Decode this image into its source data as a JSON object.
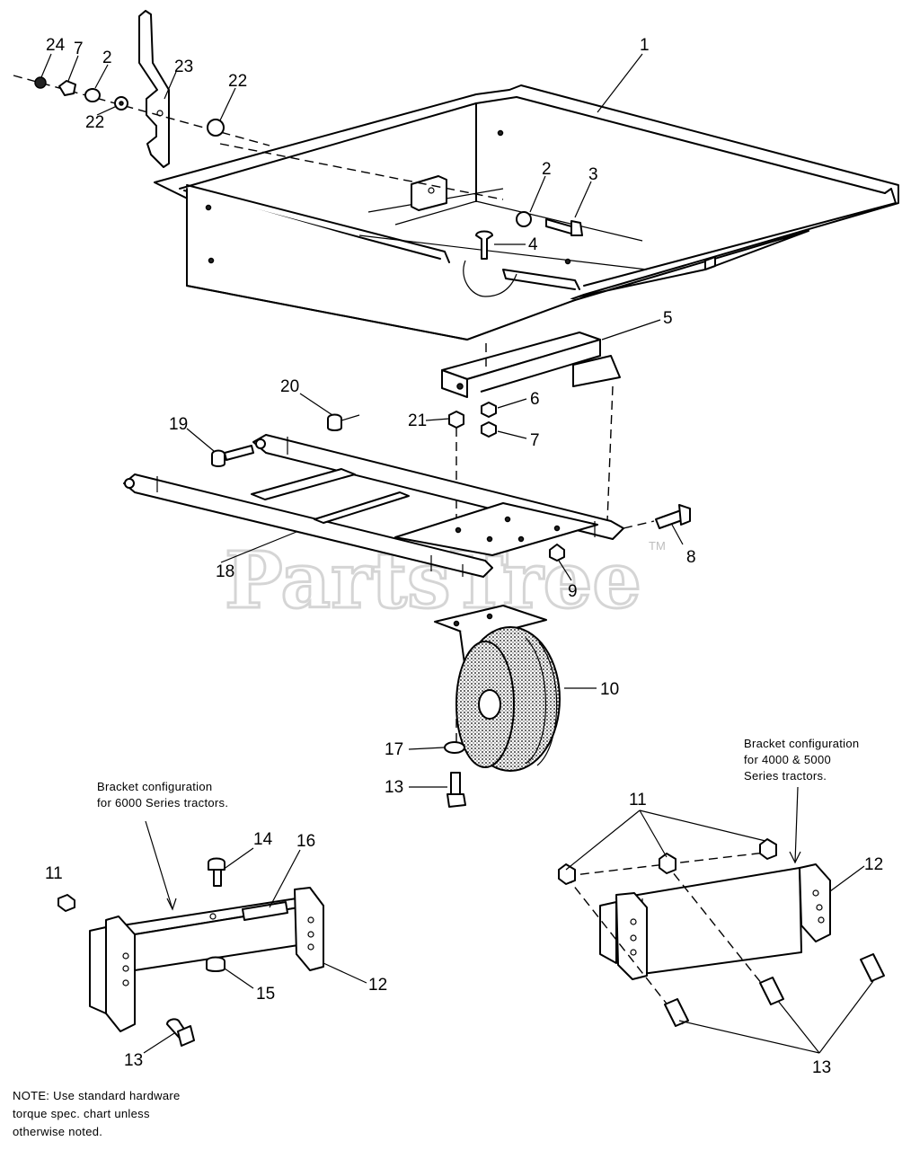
{
  "watermark": "PartsTree",
  "watermark_mark": "TM",
  "callouts": {
    "c1": "1",
    "c2a": "2",
    "c2b": "2",
    "c3": "3",
    "c4": "4",
    "c5": "5",
    "c6": "6",
    "c7a": "7",
    "c7b": "7",
    "c8": "8",
    "c9": "9",
    "c10": "10",
    "c11a": "11",
    "c11b": "11",
    "c12a": "12",
    "c12b": "12",
    "c13a": "13",
    "c13b": "13",
    "c13c": "13",
    "c14": "14",
    "c15": "15",
    "c16": "16",
    "c17": "17",
    "c18": "18",
    "c19": "19",
    "c20": "20",
    "c21": "21",
    "c22a": "22",
    "c22b": "22",
    "c23": "23",
    "c24": "24"
  },
  "captions": {
    "series6000_line1": "Bracket configuration",
    "series6000_line2": "for 6000 Series tractors.",
    "series4000_line1": "Bracket configuration",
    "series4000_line2": "for 4000 & 5000",
    "series4000_line3": "Series tractors."
  },
  "note": {
    "line1": "NOTE: Use standard hardware",
    "line2": "torque spec. chart unless",
    "line3": "otherwise noted."
  }
}
